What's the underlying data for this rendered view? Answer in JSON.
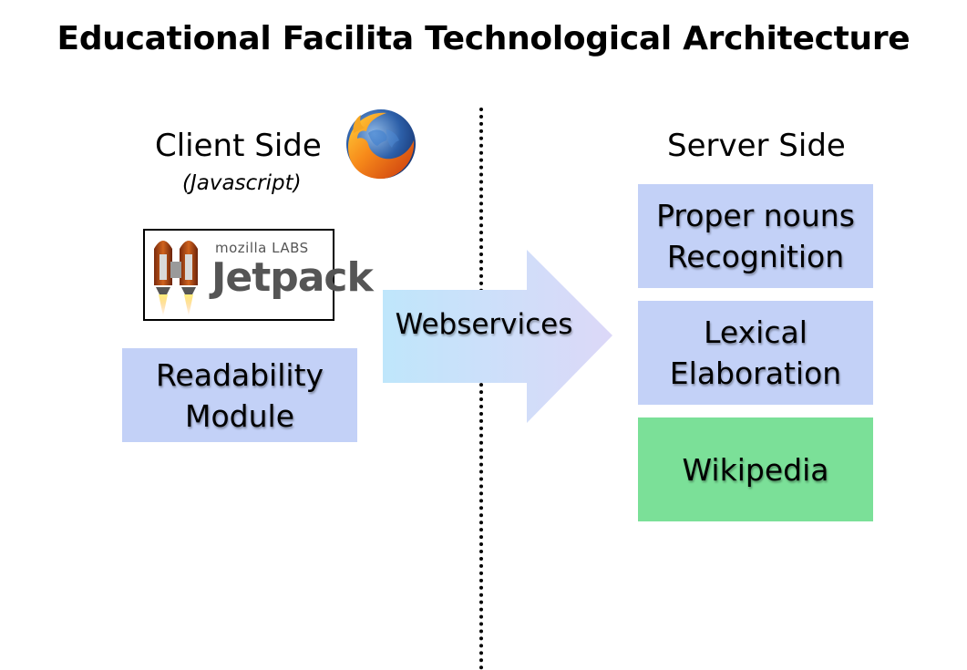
{
  "title": "Educational Facilita Technological Architecture",
  "client": {
    "heading": "Client Side",
    "subheading": "(Javascript)",
    "logo_icon": "firefox-icon",
    "jetpack": {
      "brand": "mozilla LABS",
      "name": "Jetpack",
      "icon": "jetpack-rockets-icon"
    },
    "module": {
      "line1": "Readability",
      "line2": "Module",
      "color": "#c3d1f7"
    }
  },
  "connector": {
    "label": "Webservices",
    "color": "#c9dcf7"
  },
  "server": {
    "heading": "Server Side",
    "components": [
      {
        "line1": "Proper nouns",
        "line2": "Recognition",
        "color": "#c3d1f7"
      },
      {
        "line1": "Lexical",
        "line2": "Elaboration",
        "color": "#c3d1f7"
      },
      {
        "line1": "Wikipedia",
        "color": "#7be098"
      }
    ]
  }
}
